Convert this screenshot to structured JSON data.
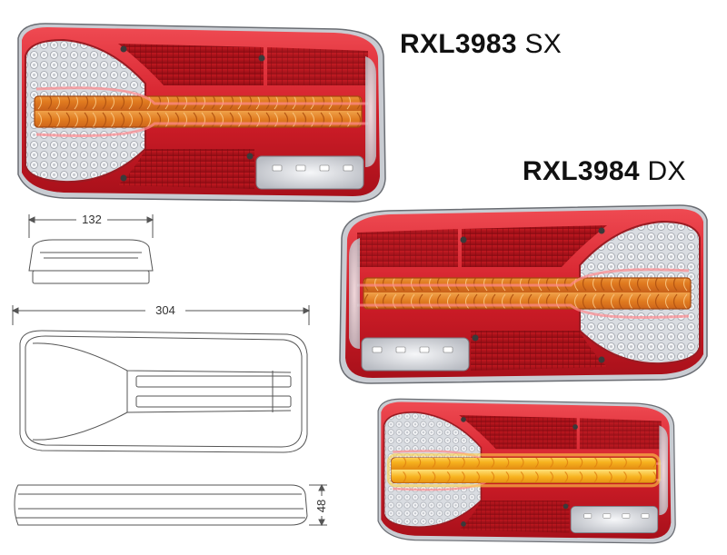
{
  "products": [
    {
      "code": "RXL3983",
      "side": "SX"
    },
    {
      "code": "RXL3984",
      "side": "DX"
    }
  ],
  "dimensions": {
    "width": "132",
    "length": "304",
    "height": "48"
  },
  "colors": {
    "housing_red": "#d8212c",
    "lens_dark_red": "#b3141c",
    "indicator_amber": "#e88a2a",
    "indicator_lit": "#f5b21f",
    "clear_lens": "#e4e6ea",
    "outline": "#555555"
  }
}
